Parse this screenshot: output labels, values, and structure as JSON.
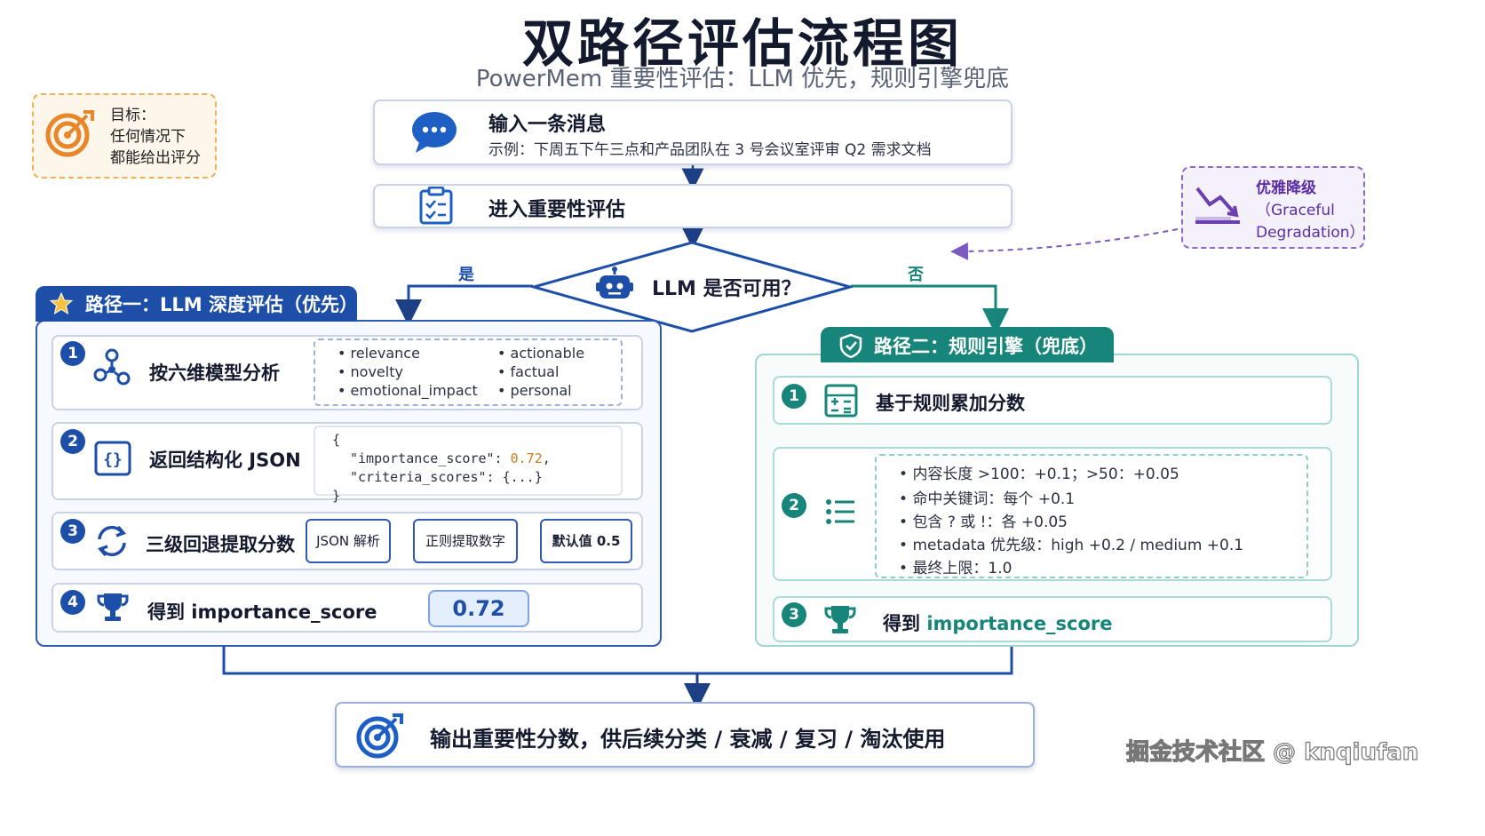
{
  "title": "双路径评估流程图",
  "subtitle": "PowerMem 重要性评估：LLM 优先，规则引擎兜底",
  "goal": {
    "label": "目标：",
    "line1": "任何情况下",
    "line2": "都能给出评分"
  },
  "input_step": {
    "title": "输入一条消息",
    "example": "示例：下周五下午三点和产品团队在 3 号会议室评审 Q2 需求文档"
  },
  "enter_step": {
    "title": "进入重要性评估"
  },
  "decision": {
    "question": "LLM 是否可用？",
    "yes": "是",
    "no": "否"
  },
  "graceful": {
    "line1": "优雅降级",
    "line2": "（Graceful",
    "line3": "Degradation）"
  },
  "path1": {
    "header": "路径一：LLM 深度评估（优先）",
    "steps": [
      {
        "num": "1",
        "title": "按六维模型分析"
      },
      {
        "num": "2",
        "title": "返回结构化 JSON"
      },
      {
        "num": "3",
        "title": "三级回退提取分数"
      },
      {
        "num": "4",
        "title": "得到 importance_score"
      }
    ],
    "dimensions": [
      "relevance",
      "actionable",
      "novelty",
      "factual",
      "emotional_impact",
      "personal"
    ],
    "json_lines": {
      "open": "{",
      "key1": "\"importance_score\": ",
      "val1": "0.72",
      "comma": ",",
      "key2": "\"criteria_scores\": {...}",
      "close": "}"
    },
    "fallback": [
      "JSON 解析",
      "正则提取数字",
      "默认值 0.5"
    ],
    "score": "0.72"
  },
  "path2": {
    "header": "路径二：规则引擎（兜底）",
    "steps": [
      {
        "num": "1",
        "title": "基于规则累加分数"
      },
      {
        "num": "2",
        "title": ""
      },
      {
        "num": "3",
        "title_prefix": "得到 ",
        "title_highlight": "importance_score"
      }
    ],
    "rules": [
      "内容长度 >100：+0.1；>50：+0.05",
      "命中关键词：每个 +0.1",
      "包含 ? 或 !：各 +0.05",
      "metadata 优先级：high +0.2 / medium +0.1",
      "最终上限：1.0"
    ]
  },
  "output": {
    "text": "输出重要性分数，供后续分类 / 衰减 / 复习 / 淘汰使用"
  },
  "watermark": "掘金技术社区 @ knqiufan",
  "colors": {
    "primary_blue": "#1d4fa8",
    "teal": "#18857a",
    "orange": "#e8862a",
    "purple": "#6b3fb0"
  }
}
